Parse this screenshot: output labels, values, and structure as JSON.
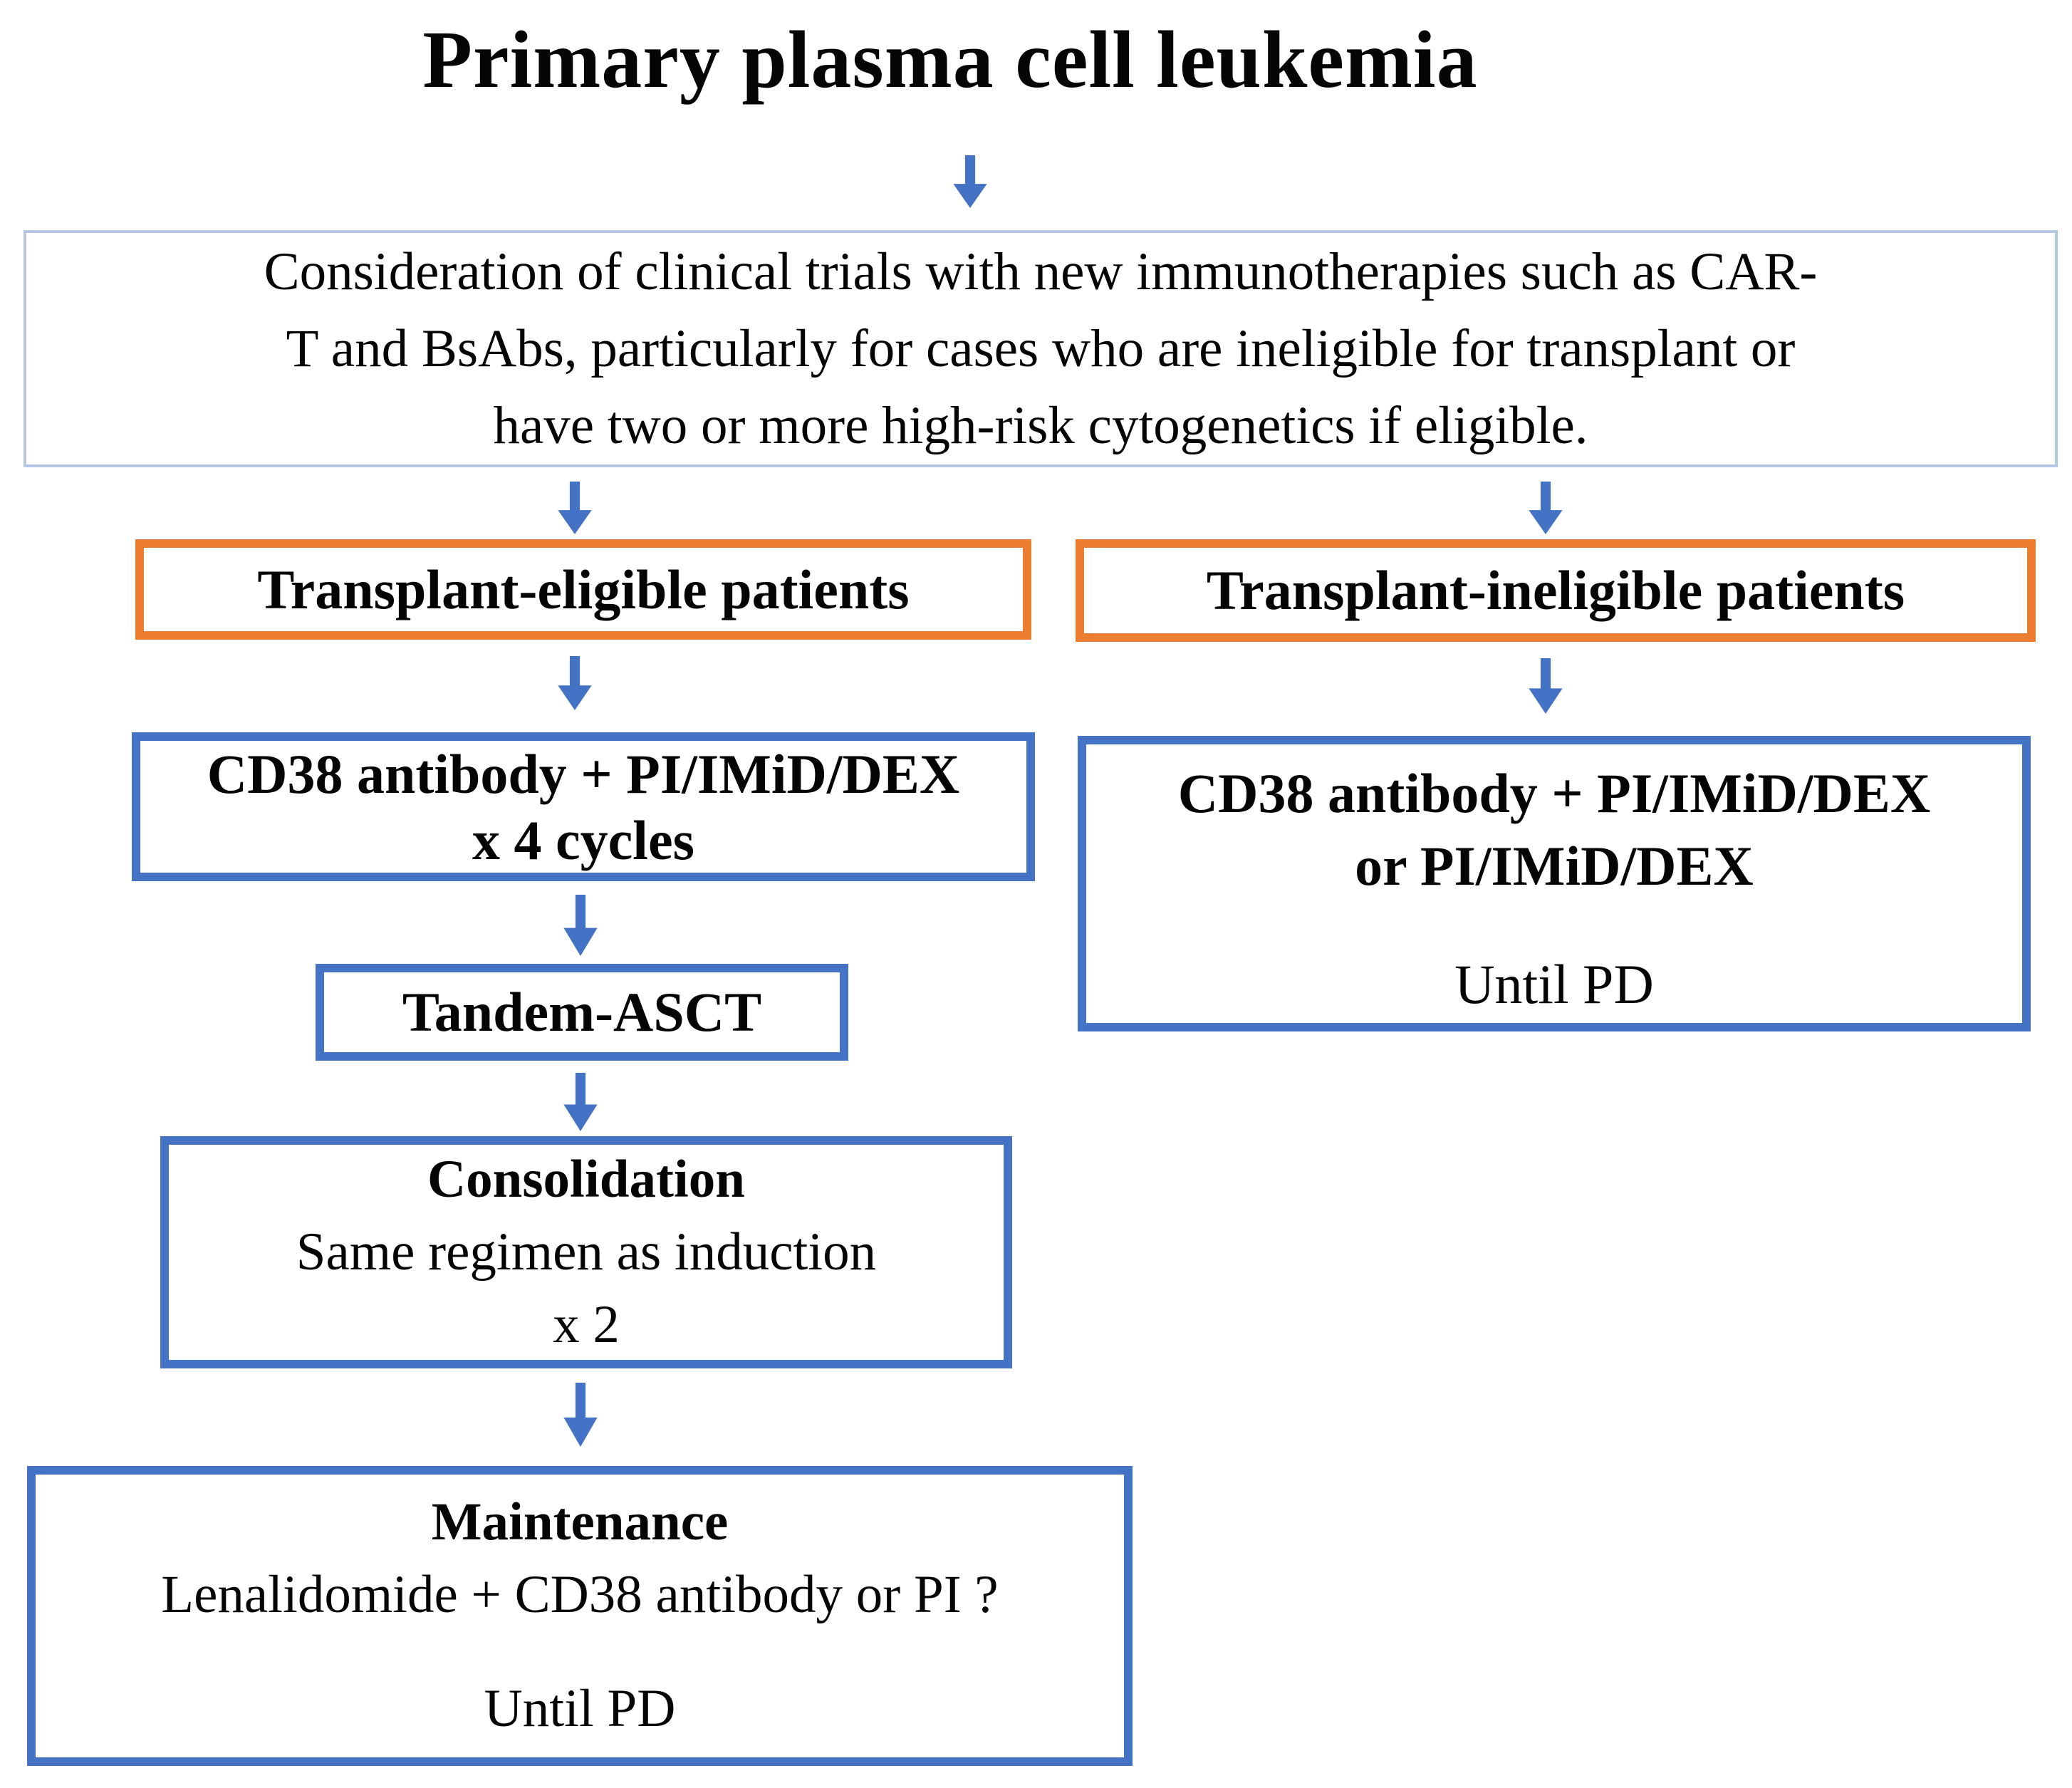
{
  "colors": {
    "accent_blue": "#4472C4",
    "accent_orange": "#ED7D31",
    "panel_border": "#B4C7E7",
    "text": "#050505",
    "background": "#FFFFFF"
  },
  "icons": {
    "down_arrow": "↓"
  },
  "title": "Primary plasma cell leukemia",
  "consideration": {
    "lines": [
      "Consideration of clinical trials with new immunotherapies such as CAR-",
      "T and BsAbs, particularly for cases who are ineligible for transplant or",
      "have two or more high-risk cytogenetics if eligible."
    ]
  },
  "branches": {
    "eligible": {
      "header": "Transplant-eligible patients",
      "induction": {
        "line1": "CD38 antibody + PI/IMiD/DEX",
        "line2": "x 4 cycles"
      },
      "transplant": "Tandem-ASCT",
      "consolidation": {
        "title": "Consolidation",
        "detail": "Same regimen as induction",
        "cycles": "x 2"
      },
      "maintenance": {
        "title": "Maintenance",
        "detail": "Lenalidomide + CD38 antibody or PI ?",
        "duration": "Until PD"
      }
    },
    "ineligible": {
      "header": "Transplant-ineligible patients",
      "treatment": {
        "line1": "CD38 antibody + PI/IMiD/DEX",
        "line2": "or PI/IMiD/DEX",
        "duration": "Until PD"
      }
    }
  }
}
